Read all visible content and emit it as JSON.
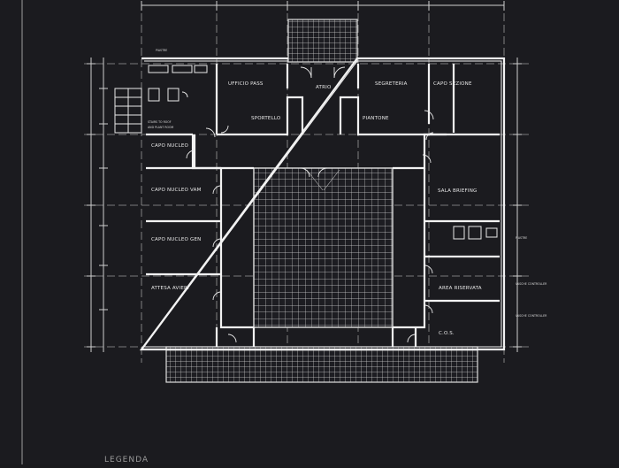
{
  "plan": {
    "rooms": {
      "ufficio_pass": "UFFICIO PASS",
      "sportello": "SPORTELLO",
      "atrio": "ATRIO",
      "segreteria": "SEGRETERIA",
      "piantone": "PIANTONE",
      "capo_sezione": "CAPO SEZIONE",
      "capo_nucleo": "CAPO NUCLEO",
      "capo_nucleo_vam": "CAPO NUCLEO VAM",
      "capo_nucleo_gen": "CAPO NUCLEO GEN",
      "attesa_avieri": "ATTESA AVIERI",
      "sala_briefing": "SALA BRIEFING",
      "area_riservata": "AREA RISERVATA",
      "cos": "C.O.S.",
      "stairs": "STAIRS TO ROOF",
      "stairs_2": "AND PLANT ROOM"
    },
    "notes": {
      "top_left": "PIASTRE",
      "right_1": "PIASTRE",
      "right_2": "VASCHE CONTROLLER",
      "right_3": "VASCHE CONTROLLER"
    }
  },
  "caption": "LEGENDA"
}
